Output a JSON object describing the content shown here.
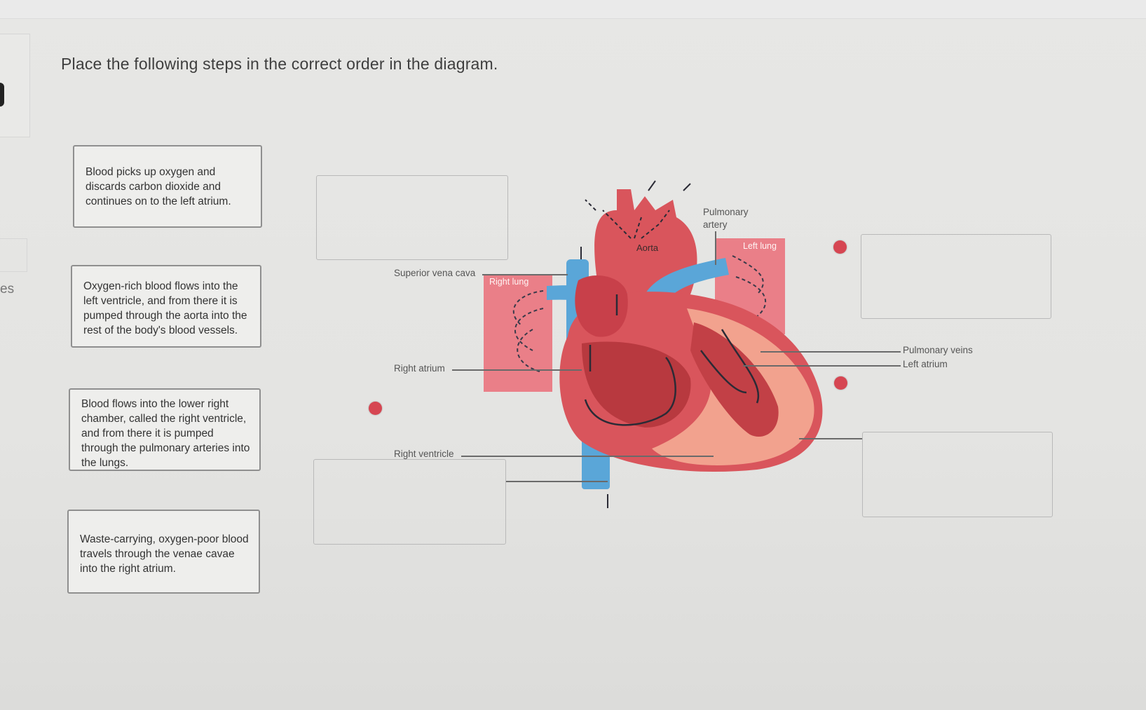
{
  "question": "Place the following steps in the correct order in the diagram.",
  "sidebar": {
    "tab_fragment": "es"
  },
  "steps": [
    {
      "text": "Blood picks up oxygen and discards carbon dioxide and continues on to the left atrium."
    },
    {
      "text": "Oxygen-rich blood flows into the left ventricle, and from there it is pumped through the aorta into the rest of the body's blood vessels."
    },
    {
      "text": "Blood flows into the lower right chamber, called the right ventricle, and from there it is pumped through the pulmonary arteries into the lungs."
    },
    {
      "text": "Waste-carrying, oxygen-poor blood travels through the venae cavae into the right atrium."
    }
  ],
  "diagram": {
    "labels": {
      "superior_vena_cava": "Superior vena cava",
      "right_atrium": "Right atrium",
      "right_ventricle": "Right ventricle",
      "pulmonary_artery": "Pulmonary artery",
      "aorta": "Aorta",
      "left_lung": "Left lung",
      "right_lung": "Right lung",
      "pulmonary_veins": "Pulmonary veins",
      "left_atrium": "Left atrium"
    },
    "colors": {
      "heart": "#d9555c",
      "lung": "#ea7f88",
      "vein": "#5aa6d8",
      "marker_dot": "#d64652"
    }
  }
}
